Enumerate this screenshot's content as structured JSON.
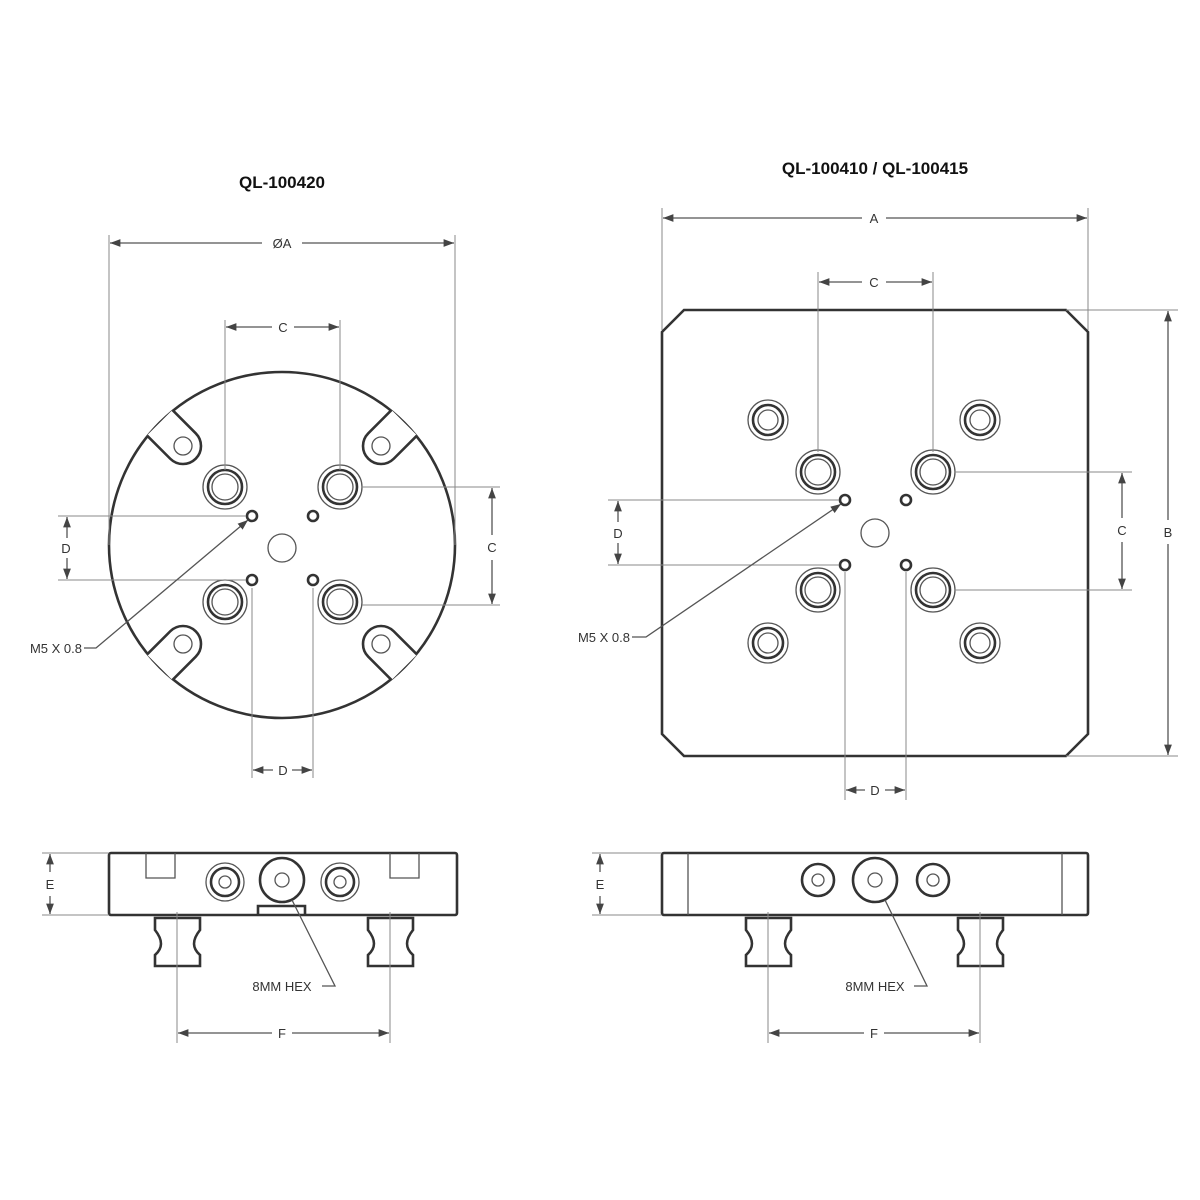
{
  "left_view": {
    "title": "QL-100420",
    "dim_diameter": "ØA",
    "dim_c_top": "C",
    "dim_c_right": "C",
    "dim_d_left": "D",
    "dim_d_bottom": "D",
    "thread_callout": "M5 X 0.8",
    "dim_e": "E",
    "dim_f": "F",
    "hex_callout": "8MM HEX"
  },
  "right_view": {
    "title": "QL-100410 / QL-100415",
    "dim_a": "A",
    "dim_b": "B",
    "dim_c_top": "C",
    "dim_c_right": "C",
    "dim_d_left": "D",
    "dim_d_bottom": "D",
    "thread_callout": "M5 X 0.8",
    "dim_e": "E",
    "dim_f": "F",
    "hex_callout": "8MM HEX"
  },
  "colors": {
    "line": "#333333",
    "background": "#ffffff"
  }
}
